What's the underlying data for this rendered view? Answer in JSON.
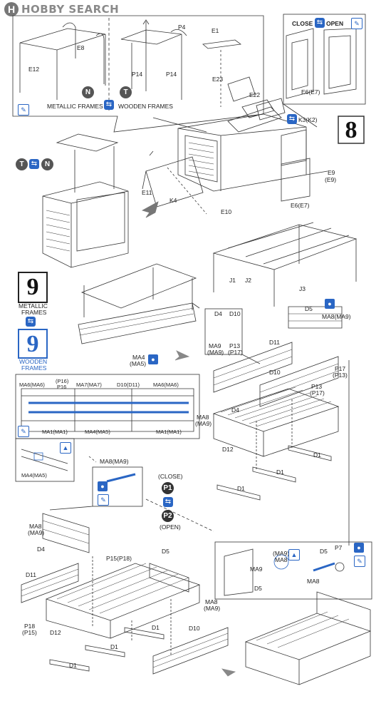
{
  "header": {
    "logo_mark": "H",
    "logo_text": "HOBBY SEARCH"
  },
  "steps": {
    "s8": "8",
    "s9_metal": "9",
    "s9_wood": "9"
  },
  "step_captions": {
    "metal": "METALLIC FRAMES",
    "metal_line1": "METALLIC",
    "metal_line2": "FRAMES",
    "wood_line1": "WOODEN",
    "wood_line2": "FRAMES"
  },
  "inset_frames": {
    "n_badge": "N",
    "t_badge": "T",
    "metal_caption": "METALLIC FRAMES",
    "wood_caption": "WOODEN FRAMES",
    "labels": [
      "E8",
      "E12",
      "P4",
      "P14",
      "P14"
    ]
  },
  "inset_doors": {
    "close_label": "CLOSE",
    "open_label": "OPEN",
    "part": "E6(E7)"
  },
  "cab_labels": {
    "e1": "E1",
    "e23": "E23",
    "e22": "E22",
    "k3": "K3(K2)",
    "e9": "E9",
    "e9b": "(E9)",
    "e6": "E6(E7)",
    "e10": "E10",
    "k4": "K4",
    "e11": "E11"
  },
  "badges": {
    "t": "T",
    "n": "N",
    "p1": "P1",
    "p2": "P2"
  },
  "bed_labels": {
    "j1": "J1",
    "j2": "J2",
    "j3": "J3",
    "d4": "D4",
    "d10": "D10",
    "ma9": "MA9",
    "ma9b": "(MA9)",
    "p13": "P13",
    "p17b": "(P17)",
    "d5": "D5",
    "ma8ma9": "MA8(MA9)",
    "d11": "D11",
    "p17": "P17",
    "p13b": "(P13)",
    "d10b": "D10",
    "p13c": "P13",
    "p17c": "(P17)",
    "ma8": "MA8",
    "ma9c": "(MA9)",
    "d4b": "D4",
    "d12": "D12",
    "d1a": "D1",
    "d1b": "D1",
    "d1c": "D1",
    "ma4": "MA4",
    "ma5": "(MA5)"
  },
  "rail_inset": {
    "ma6a": "MA6(MA6)",
    "p16a": "(P16)",
    "p16": "P16",
    "ma7": "MA7(MA7)",
    "d10d11": "D10(D11)",
    "ma6b": "MA6(MA6)",
    "ma1a": "MA1(MA1)",
    "ma4ma5": "MA4(MA5)",
    "ma1b": "MA1(MA1)"
  },
  "small_inset": {
    "label": "MA4(MA5)"
  },
  "ma8_callout": {
    "label": "MA8(MA9)"
  },
  "close_open": {
    "close": "(CLOSE)",
    "open": "(OPEN)"
  },
  "bottom_labels": {
    "ma8": "MA8",
    "ma9": "(MA9)",
    "d4": "D4",
    "d5": "D5",
    "p15": "P15(P18)",
    "d11": "D11",
    "p18": "P18",
    "p15b": "(P15)",
    "d12": "D12",
    "d1a": "D1",
    "d1b": "D1",
    "d1c": "D1",
    "d10": "D10",
    "ma8b": "MA8",
    "ma9b": "(MA9)"
  },
  "bottom_inset": {
    "ma9": "MA9",
    "d5": "D5",
    "ma9b": "(MA9)",
    "ma8": "MA8",
    "ma8b": "MA8",
    "d5b": "D5",
    "p7": "P7"
  },
  "colors": {
    "accent": "#2a66c4",
    "ink": "#222222"
  }
}
